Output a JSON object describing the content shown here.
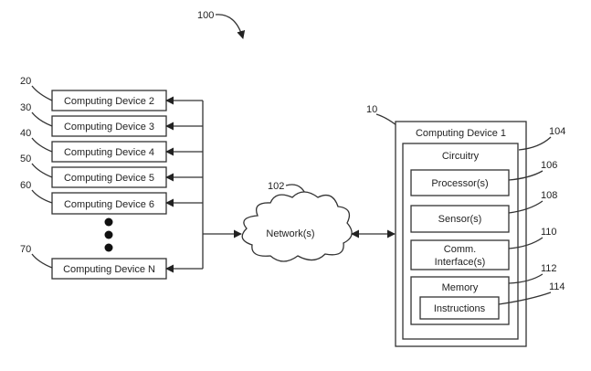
{
  "figure_ref": "100",
  "devices": [
    {
      "ref": "20",
      "label": "Computing Device 2"
    },
    {
      "ref": "30",
      "label": "Computing Device 3"
    },
    {
      "ref": "40",
      "label": "Computing Device 4"
    },
    {
      "ref": "50",
      "label": "Computing Device 5"
    },
    {
      "ref": "60",
      "label": "Computing Device 6"
    },
    {
      "ref": "70",
      "label": "Computing Device N"
    }
  ],
  "network": {
    "ref": "102",
    "label": "Network(s)"
  },
  "device1": {
    "ref": "10",
    "label": "Computing Device 1",
    "circuitry": {
      "ref": "104",
      "label": "Circuitry"
    },
    "processor": {
      "ref": "106",
      "label": "Processor(s)"
    },
    "sensor": {
      "ref": "108",
      "label": "Sensor(s)"
    },
    "comm": {
      "ref": "110",
      "label_line1": "Comm.",
      "label_line2": "Interface(s)"
    },
    "memory": {
      "ref": "112",
      "label": "Memory"
    },
    "instructions": {
      "ref": "114",
      "label": "Instructions"
    }
  }
}
